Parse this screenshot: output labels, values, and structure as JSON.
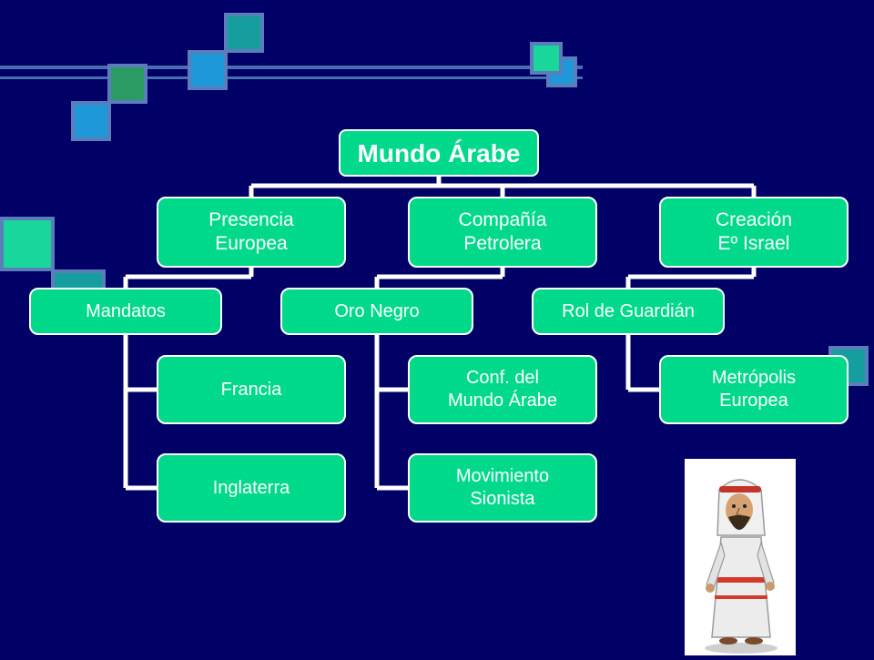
{
  "colors": {
    "background": "#000066",
    "node_fill": "#00d98a",
    "node_border": "#ffffff",
    "text": "#ffffff",
    "connector": "#ffffff"
  },
  "diagram": {
    "root": {
      "label": "Mundo Árabe"
    },
    "branches": [
      {
        "label": "Presencia\nEuropea",
        "child": {
          "label": "Mandatos",
          "leaves": [
            {
              "label": "Francia"
            },
            {
              "label": "Inglaterra"
            }
          ]
        }
      },
      {
        "label": "Compañía\nPetrolera",
        "child": {
          "label": "Oro Negro",
          "leaves": [
            {
              "label": "Conf. del\nMundo Árabe"
            },
            {
              "label": "Movimiento\nSionista"
            }
          ]
        }
      },
      {
        "label": "Creación\nEº Israel",
        "child": {
          "label": "Rol de Guardián",
          "leaves": [
            {
              "label": "Metrópolis\nEuropea"
            }
          ]
        }
      }
    ]
  },
  "illustration": {
    "icon": "arab-man-figure-icon"
  }
}
